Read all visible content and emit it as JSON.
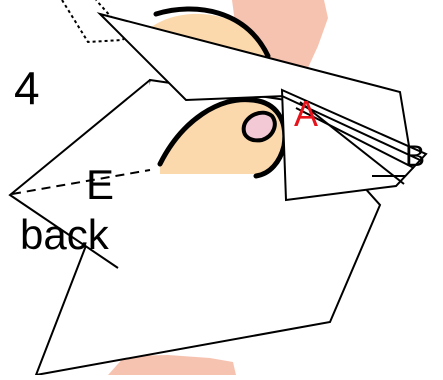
{
  "figure": {
    "step_number": "4",
    "labels": {
      "point_a": "A",
      "point_b": "B",
      "point_e": "E",
      "back_side": "back"
    }
  },
  "colors": {
    "background": "#ffffff",
    "background_stripe": "#f7c3b1",
    "line": "#000000",
    "skin": "#fcd9ad",
    "fingernail": "#f4c9d6",
    "label_accent": "#e8141c",
    "label_default": "#000000"
  },
  "icons": {
    "hand": "pinching-fingers-icon",
    "fingernail": "fingernail-icon"
  }
}
